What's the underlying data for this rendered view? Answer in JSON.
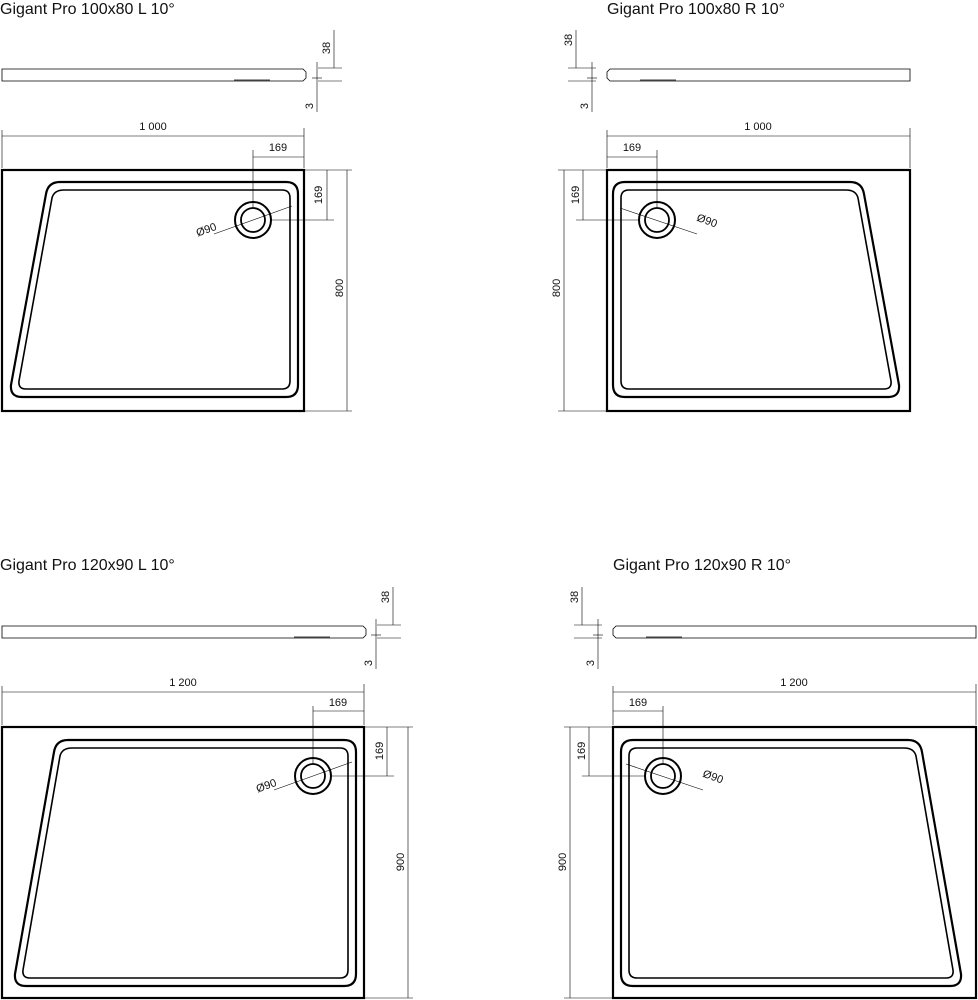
{
  "drawings": [
    {
      "id": "100x80-L",
      "title": "Gigant Pro 100x80 L 10°",
      "side": "L",
      "width_label": "1 000",
      "depth_label": "800",
      "drain_offset_x": "169",
      "drain_offset_y": "169",
      "drain_diameter": "Ø90",
      "profile_height": "38",
      "profile_step": "3"
    },
    {
      "id": "100x80-R",
      "title": "Gigant Pro 100x80 R 10°",
      "side": "R",
      "width_label": "1 000",
      "depth_label": "800",
      "drain_offset_x": "169",
      "drain_offset_y": "169",
      "drain_diameter": "Ø90",
      "profile_height": "38",
      "profile_step": "3"
    },
    {
      "id": "120x90-L",
      "title": "Gigant Pro 120x90 L 10°",
      "side": "L",
      "width_label": "1 200",
      "depth_label": "900",
      "drain_offset_x": "169",
      "drain_offset_y": "169",
      "drain_diameter": "Ø90",
      "profile_height": "38",
      "profile_step": "3"
    },
    {
      "id": "120x90-R",
      "title": "Gigant Pro 120x90 R 10°",
      "side": "R",
      "width_label": "1 200",
      "depth_label": "900",
      "drain_offset_x": "169",
      "drain_offset_y": "169",
      "drain_diameter": "Ø90",
      "profile_height": "38",
      "profile_step": "3"
    }
  ]
}
